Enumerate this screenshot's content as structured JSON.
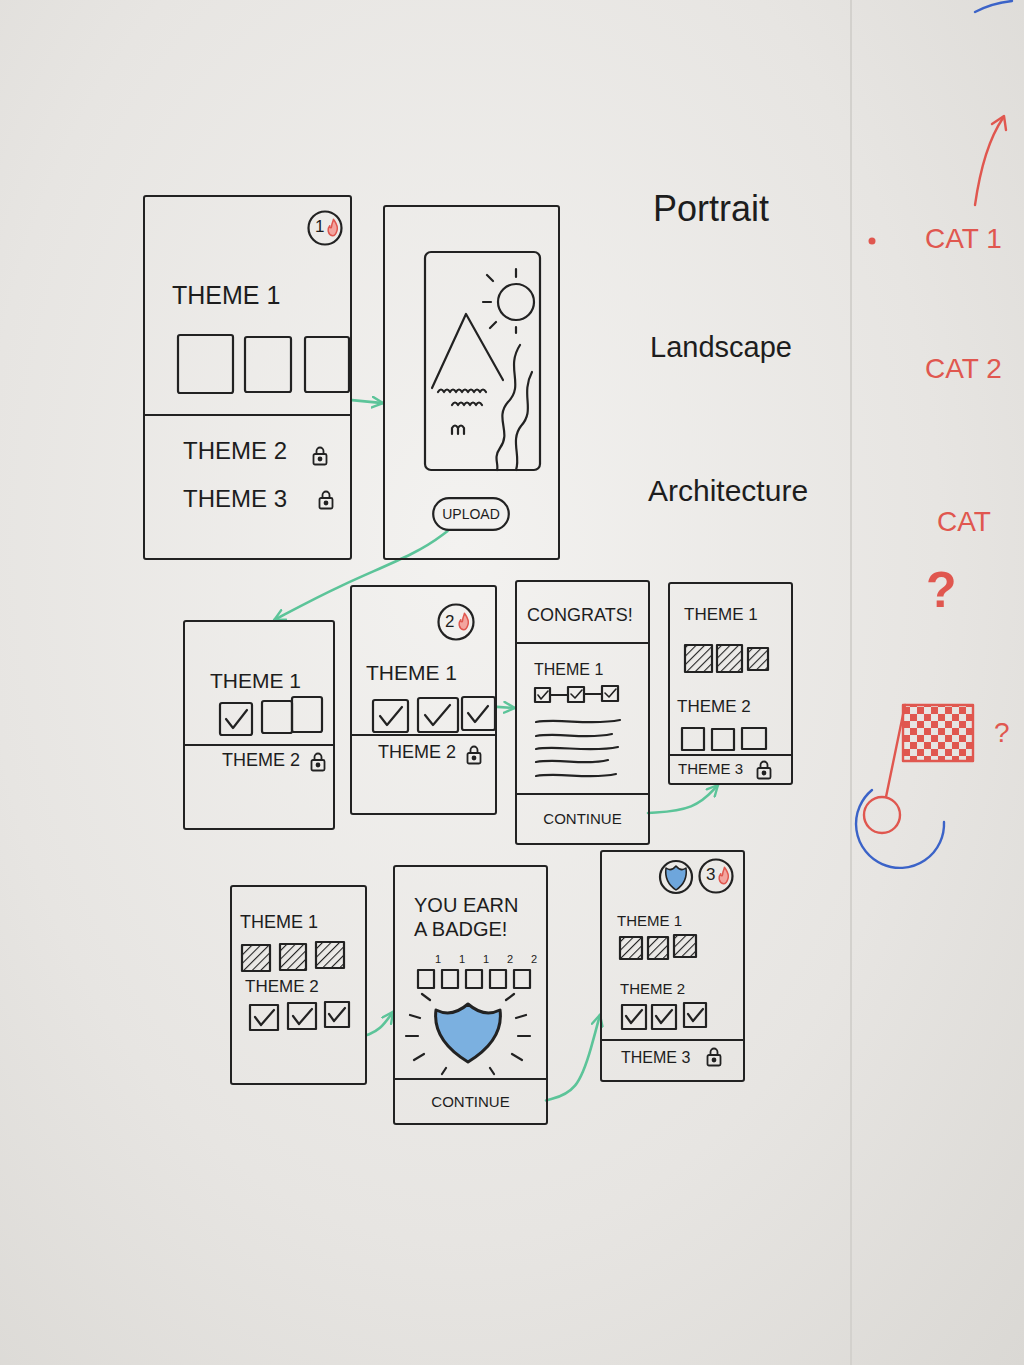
{
  "diagram": {
    "nodes": [
      {
        "text": [
          "THEME 1",
          "THEME 2",
          "THEME 3"
        ]
      },
      {
        "text": [
          "1"
        ],
        "in": 0
      },
      {
        "text": []
      },
      {
        "text": [
          "UPLOAD"
        ],
        "in": 2
      },
      {
        "text": [
          "THEME 1",
          "THEME 2"
        ]
      },
      {
        "text": [
          "THEME 1",
          "THEME 2"
        ]
      },
      {
        "text": [
          "2"
        ],
        "in": 5
      },
      {
        "text": [
          "CONGRATS!",
          "THEME 1"
        ]
      },
      {
        "text": [
          "CONTINUE"
        ],
        "in": 7
      },
      {
        "text": [
          "THEME 1",
          "THEME 2",
          "THEME 3"
        ]
      },
      {
        "text": [
          "THEME 1",
          "THEME 2"
        ]
      },
      {
        "text": [
          "YOU EARN A BADGE!"
        ]
      },
      {
        "text": [
          "CONTINUE"
        ],
        "in": 11
      },
      {
        "text": [
          "THEME 1",
          "THEME 2",
          "THEME 3"
        ]
      },
      {
        "text": [
          "3"
        ],
        "in": 13
      }
    ],
    "edges": [
      {
        "from": 0,
        "to": 2,
        "arrow": "to"
      },
      {
        "from": 3,
        "to": 4,
        "arrow": "to"
      },
      {
        "from": 5,
        "to": 7,
        "arrow": "to"
      },
      {
        "from": 8,
        "to": 9,
        "arrow": "to"
      },
      {
        "from": 10,
        "to": 11,
        "arrow": "to"
      },
      {
        "from": 12,
        "to": 13,
        "arrow": "to"
      }
    ],
    "labels": [
      "Portrait",
      "Landscape",
      "Architecture",
      "1",
      "1",
      "1",
      "2",
      "2",
      "CAT 1",
      "CAT 2",
      "CAT",
      "?",
      "?"
    ]
  }
}
